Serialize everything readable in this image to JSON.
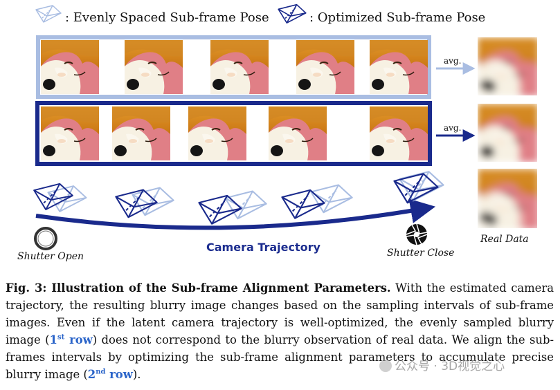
{
  "legend": {
    "evenly_label": ": Evenly Spaced Sub-frame Pose",
    "optimized_label": ": Optimized Sub-frame Pose"
  },
  "rows": {
    "avg_label": "avg.",
    "evenly_color": "#a9bde2",
    "optimized_color": "#1a2a8c"
  },
  "trajectory": {
    "label": "Camera Trajectory",
    "shutter_open": "Shutter Open",
    "shutter_close": "Shutter Close",
    "real_data": "Real Data"
  },
  "caption": {
    "fig_label": "Fig. 3: Illustration of the Sub-frame Alignment Parameters.",
    "text_1": " With the estimated camera trajectory, the resulting blurry image changes based on the sampling intervals of sub-frame images. Even if the latent camera trajectory is well-optimized, the evenly sampled blurry image (",
    "first_row_num": "1",
    "first_row_sup": "st",
    "first_row_word": " row",
    "text_2": ") does not correspond to the blurry observation of real data. We align the sub-frames intervals by optimizing the sub-frame alignment parameters to accumulate precise blurry image (",
    "second_row_num": "2",
    "second_row_sup": "nd",
    "second_row_word": " row",
    "text_3": ")."
  },
  "watermark": {
    "text": "公众号 · 3D视觉之心"
  }
}
